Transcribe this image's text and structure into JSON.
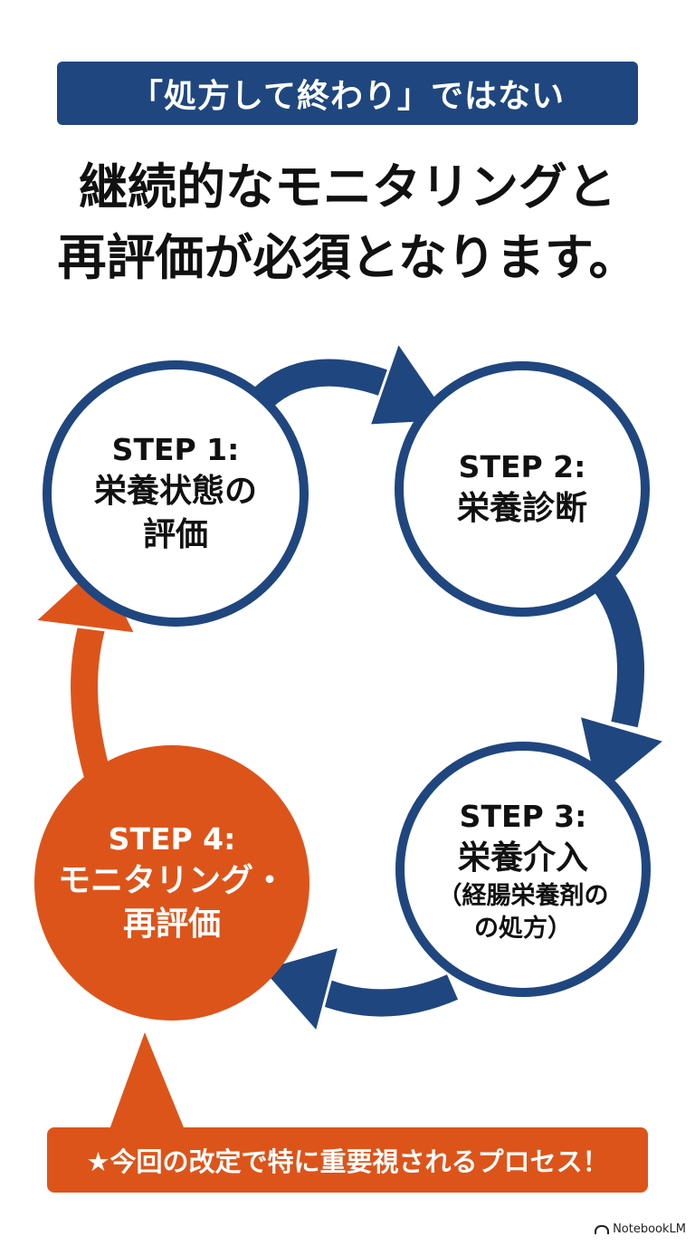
{
  "banner": {
    "text": "「処方して終わり」ではない"
  },
  "headline": {
    "line1": "継続的なモニタリングと",
    "line2": "再評価が必須となります。"
  },
  "steps": [
    {
      "label": "STEP 1:",
      "title_line1": "栄養状態の",
      "title_line2": "評価"
    },
    {
      "label": "STEP 2:",
      "title_line1": "栄養診断"
    },
    {
      "label": "STEP 3:",
      "title_line1": "栄養介入",
      "sub_line1": "（経腸栄養剤の",
      "sub_line2": "の処方）"
    },
    {
      "label": "STEP 4:",
      "title_line1": "モニタリング・",
      "title_line2": "再評価"
    }
  ],
  "callout": {
    "text": "★今回の改定で特に重要視されるプロセス！"
  },
  "brand": {
    "text": "NotebookLM"
  },
  "colors": {
    "navy": "#1f467f",
    "orange": "#dd541a",
    "white": "#ffffff"
  }
}
